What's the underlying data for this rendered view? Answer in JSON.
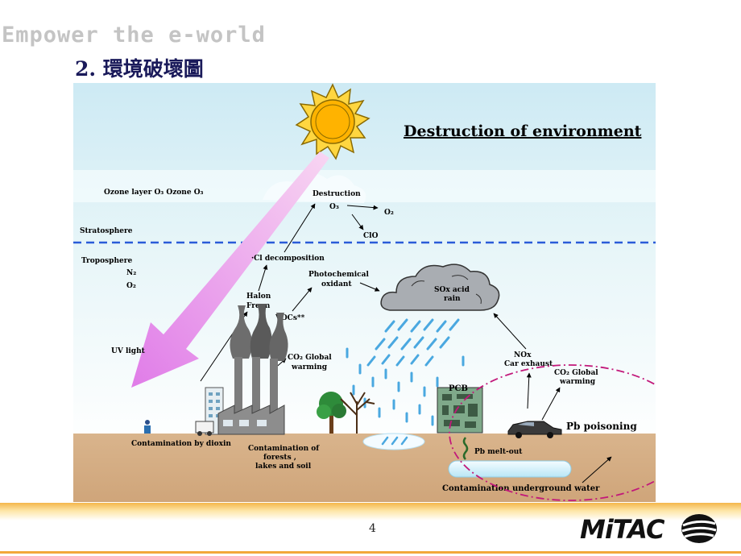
{
  "header": {
    "tagline": "Empower the e-world",
    "title": "2. 環境破壞圖"
  },
  "diagram": {
    "heading": "Destruction of environment",
    "labels": {
      "ozone_layer": "Ozone layer  O₃  Ozone O₃",
      "stratosphere": "Stratosphere",
      "troposphere": "Troposphere",
      "n2": "N₂",
      "o2": "O₂",
      "destruction": "Destruction",
      "o3": "O₃",
      "o2_right": "O₂",
      "clo": "ClO",
      "cl_decomposition": "·Cl decomposition",
      "halon": "Halon",
      "freon": "Freon",
      "photochemical": "Photochemical",
      "oxidant": "oxidant",
      "vocs": "VOCs**",
      "uv_light": "UV light",
      "co2_global": "CO₂ Global",
      "warming": "warming",
      "sox": "SOx acid",
      "rain": "rain",
      "nox": "NOx",
      "car_exhaust": "Car exhaust",
      "co2_global_right": "CO₂ Global",
      "warming_right": "warming",
      "pcb": "PCB",
      "pb_poisoning": "Pb poisoning",
      "pb_meltout": "Pb melt-out",
      "dioxin": "Contamination by dioxin",
      "forests1": "Contamination of",
      "forests2": "forests ,",
      "forests3": "lakes and soil",
      "underground": "Contamination underground water"
    }
  },
  "footer": {
    "page_number": "4",
    "logo_text": "MiTAC"
  },
  "colors": {
    "heading": "#8b1a1a",
    "pb_poisoning": "#d81a1a",
    "underground": "#ffff66",
    "boundary": "#2a5cd8",
    "circle": "#c2187a"
  }
}
